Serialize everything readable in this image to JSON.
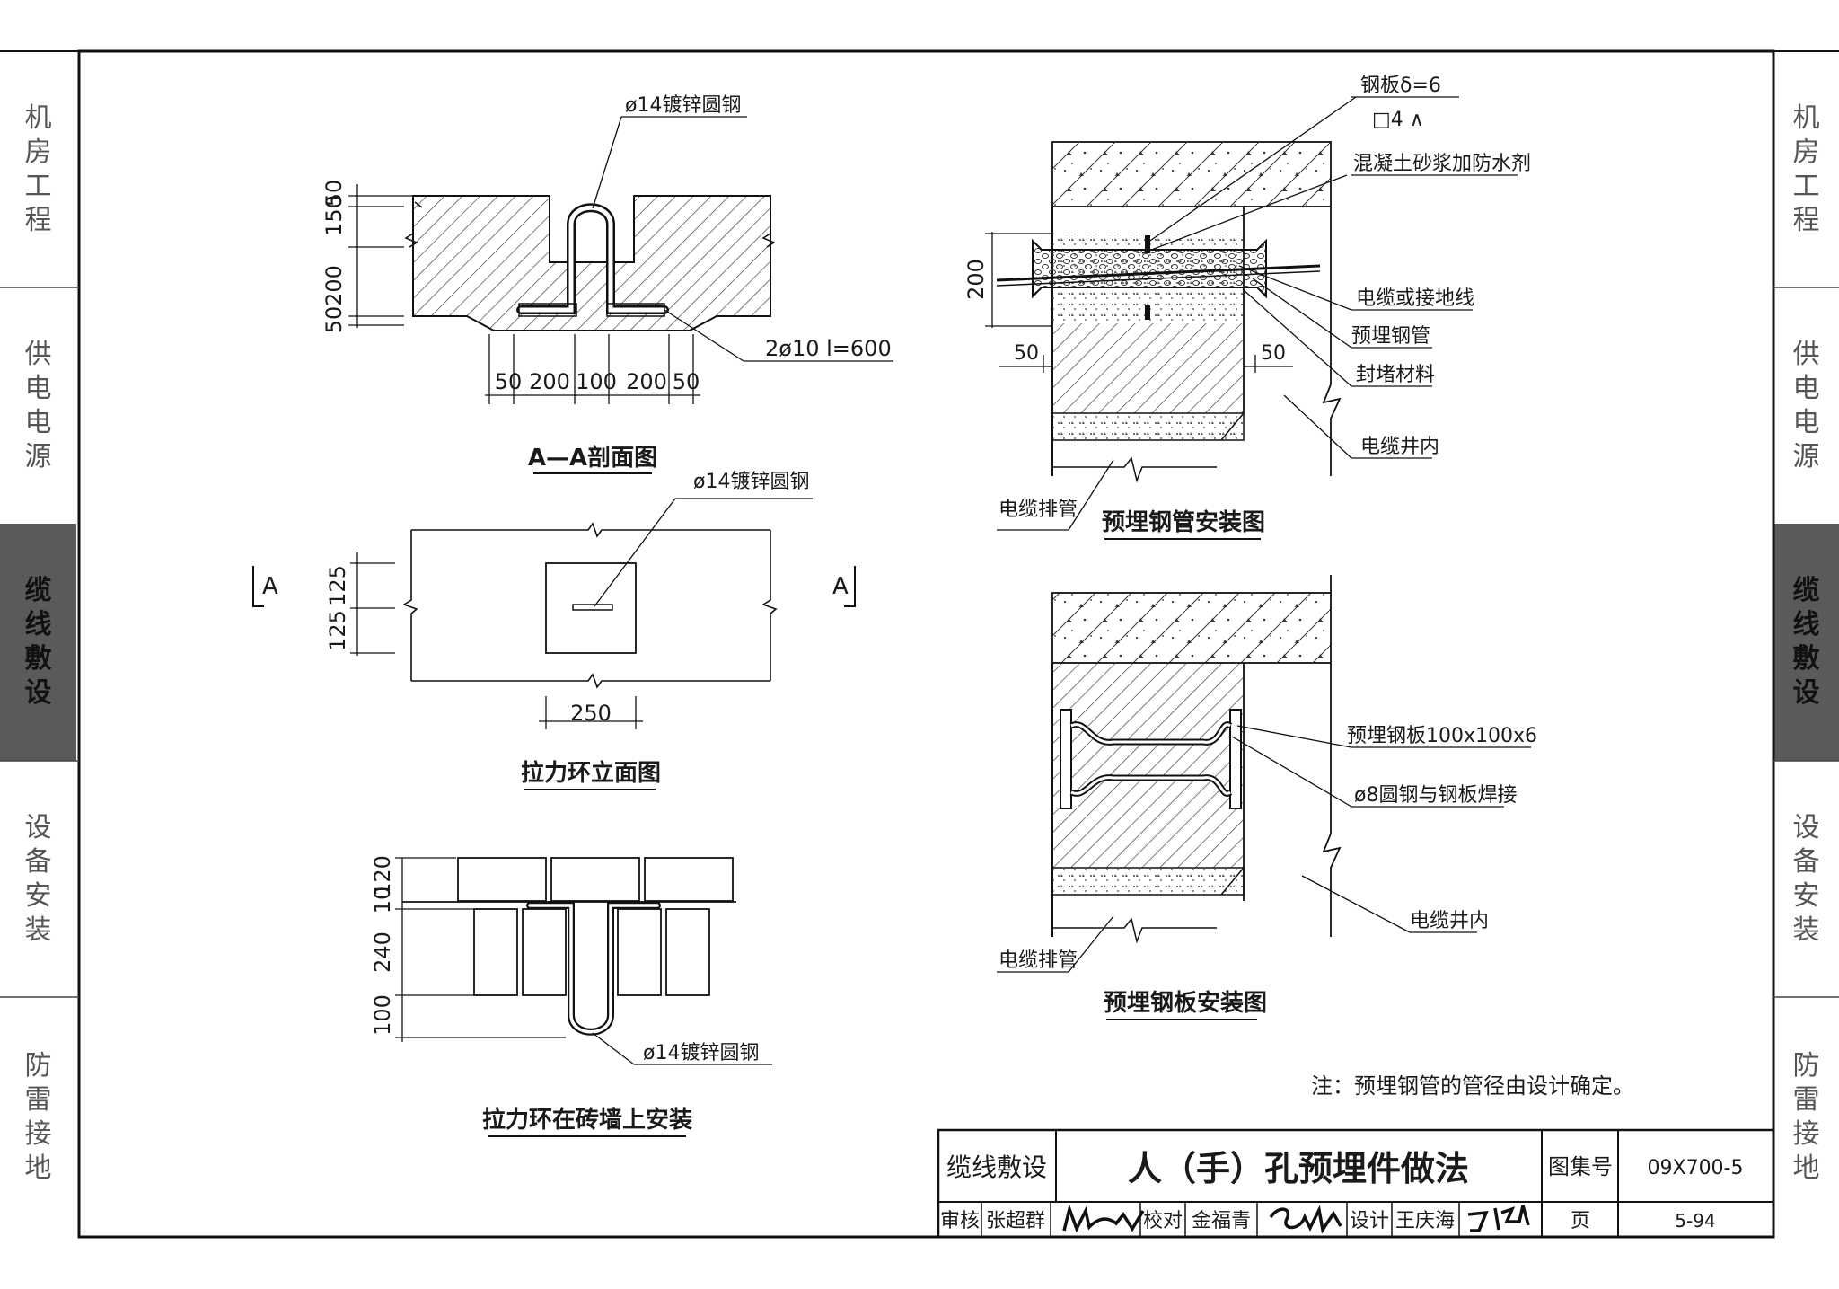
{
  "side_tabs": [
    "机房工程",
    "供电电源",
    "缆线敷设",
    "设备安装",
    "防雷接地"
  ],
  "active_tab_index": 2,
  "drawings": {
    "aa_section": {
      "title": "A—A剖面图",
      "rod_label": "ø14镀锌圆钢",
      "bar_label": "2ø10  l=600",
      "dim_vertical": [
        "150",
        "50",
        "200",
        "50"
      ],
      "dim_horizontal": [
        "50",
        "200",
        "100",
        "200",
        "50"
      ]
    },
    "elevation": {
      "title": "拉力环立面图",
      "rod_label": "ø14镀锌圆钢",
      "section_mark": "A",
      "dim_vertical": [
        "125",
        "125"
      ],
      "dim_width": "250"
    },
    "brick_wall": {
      "title": "拉力环在砖墙上安装",
      "rod_label": "ø14镀锌圆钢",
      "dim_vertical": [
        "120",
        "10",
        "240",
        "100"
      ]
    },
    "steel_pipe": {
      "title": "预埋钢管安装图",
      "labels": [
        "钢板δ=6",
        "□4 ∧",
        "混凝土砂浆加防水剂",
        "电缆或接地线",
        "预埋钢管",
        "封堵材料",
        "电缆井内",
        "电缆排管"
      ],
      "dims": [
        "200",
        "50",
        "50"
      ]
    },
    "steel_plate": {
      "title": "预埋钢板安装图",
      "labels": [
        "预埋钢板100x100x6",
        "ø8圆钢与钢板焊接",
        "电缆井内",
        "电缆排管"
      ]
    }
  },
  "note": "注：预埋钢管的管径由设计确定。",
  "title_block": {
    "category": "缆线敷设",
    "title": "人（手）孔预埋件做法",
    "atlas_label": "图集号",
    "atlas_no": "09X700-5",
    "review_label": "审核",
    "reviewer": "张超群",
    "check_label": "校对",
    "checker": "金福青",
    "design_label": "设计",
    "designer": "王庆海",
    "page_label": "页",
    "page_no": "5-94"
  }
}
